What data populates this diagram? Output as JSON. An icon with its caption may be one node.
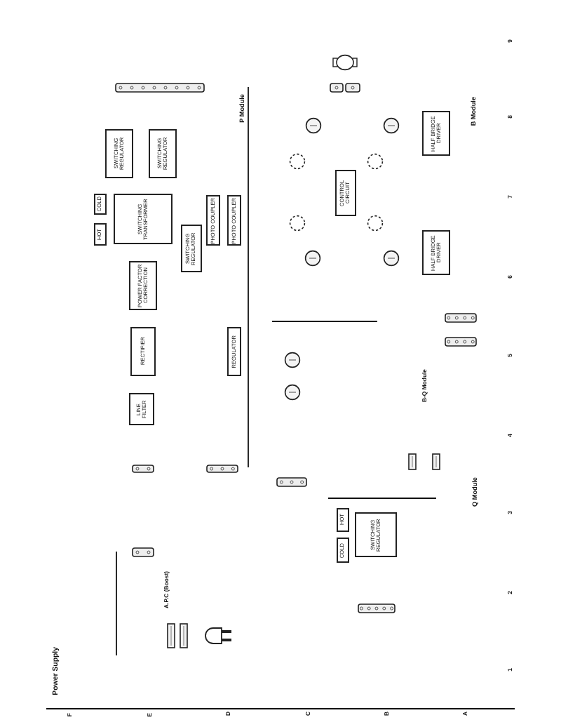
{
  "diagram": {
    "title": "Power Supply",
    "nodes": [
      {
        "text": [
          "SWITCHING REGULATOR"
        ]
      },
      {
        "text": [
          "SWITCHING REGULATOR"
        ]
      },
      {
        "text": [
          "COLD"
        ]
      },
      {
        "text": [
          "SWITCHING TRANSFORMER"
        ]
      },
      {
        "text": [
          "HOT"
        ]
      },
      {
        "text": [
          "PHOTO COUPLER"
        ]
      },
      {
        "text": [
          "PHOTO COUPLER"
        ]
      },
      {
        "text": [
          "SWITCHING REGULATOR"
        ]
      },
      {
        "text": [
          "POWER FACTOR CORRECTION"
        ]
      },
      {
        "text": [
          "RECTIFIER"
        ]
      },
      {
        "text": [
          "LINE FILTER"
        ]
      },
      {
        "text": [
          "REGULATOR"
        ]
      },
      {
        "text": [
          "HALF BRIDGE DRIVER"
        ]
      },
      {
        "text": [
          "CONTROL CIRCUIT"
        ]
      },
      {
        "text": [
          "HALF BRIDGE DRIVER"
        ]
      },
      {
        "text": [
          "HOT"
        ]
      },
      {
        "text": [
          "COLD"
        ]
      },
      {
        "text": [
          "SWITCHING REGULATOR"
        ]
      }
    ],
    "labels": [
      "P Module",
      "A.P.C (Boost)",
      "B Module",
      "B-Q Module",
      "Q Module",
      "F",
      "E",
      "D",
      "C",
      "B",
      "A",
      "1",
      "2",
      "3",
      "4",
      "5",
      "6",
      "7",
      "8",
      "9"
    ]
  }
}
